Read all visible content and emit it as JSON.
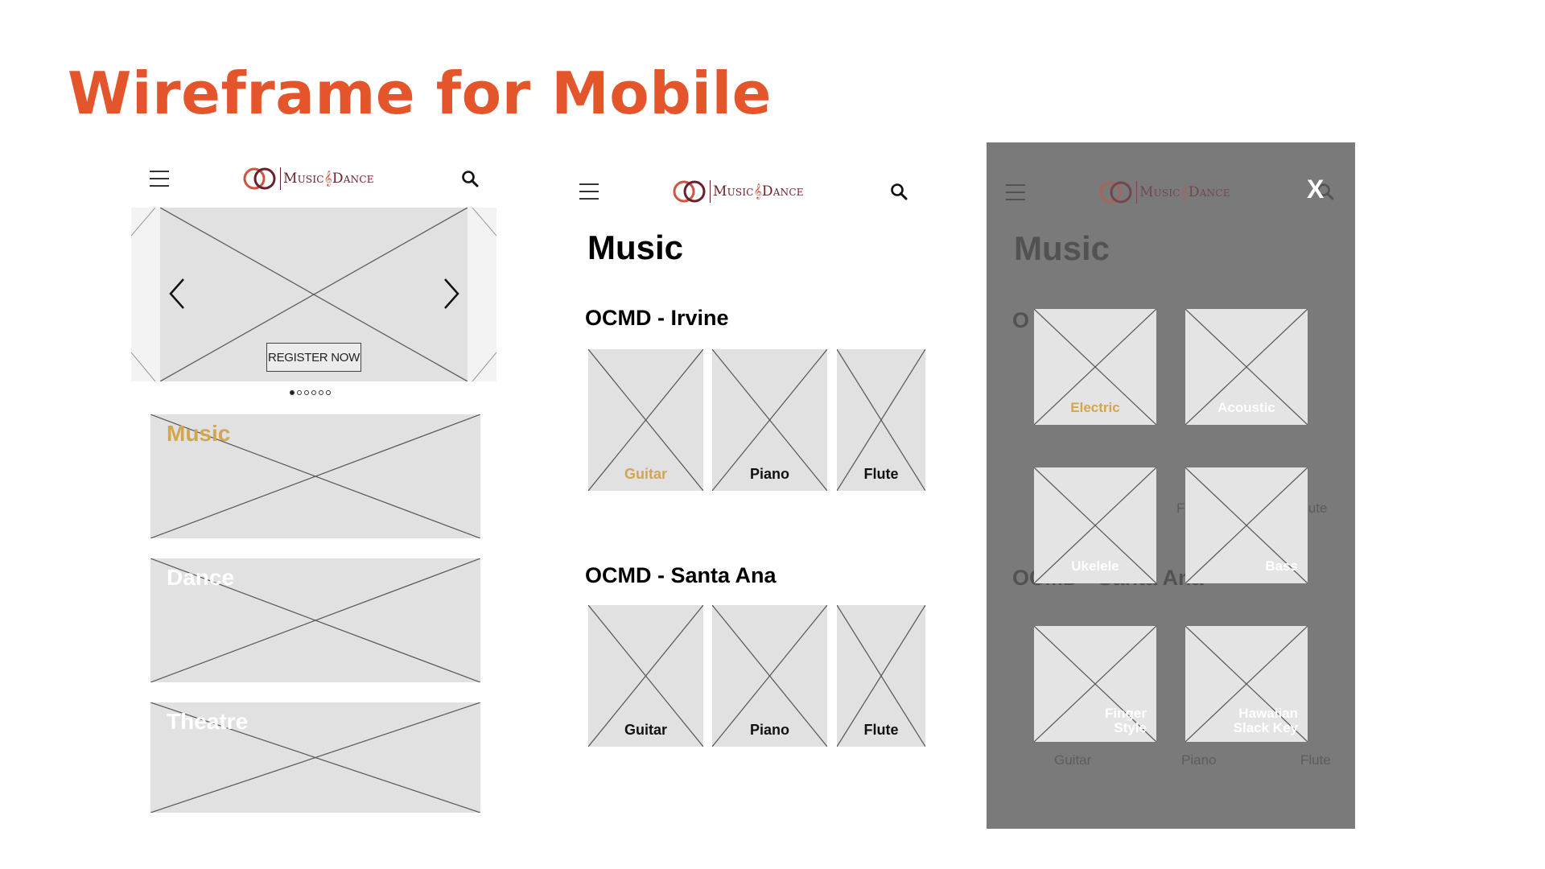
{
  "slide": {
    "title": "Wireframe for Mobile"
  },
  "logo": {
    "text_before": "Music",
    "text_after": "Dance",
    "clef": "𝄞"
  },
  "colors": {
    "title": "#e4552b",
    "accent_label": "#d1a64d",
    "placeholder": "#e1e1e1",
    "overlay": "#7a7a7a",
    "logo": "#6a1f2a"
  },
  "frame1": {
    "register_label": "REGISTER NOW",
    "carousel_dots": 6,
    "carousel_active_dot": 1,
    "categories": [
      {
        "label": "Music",
        "highlighted": true
      },
      {
        "label": "Dance",
        "highlighted": false
      },
      {
        "label": "Theatre",
        "highlighted": false
      }
    ]
  },
  "frame2": {
    "page_title": "Music",
    "sections": [
      {
        "title": "OCMD - Irvine",
        "cards": [
          {
            "label": "Guitar",
            "highlighted": true
          },
          {
            "label": "Piano"
          },
          {
            "label": "Flute"
          }
        ]
      },
      {
        "title": "OCMD - Santa Ana",
        "cards": [
          {
            "label": "Guitar"
          },
          {
            "label": "Piano"
          },
          {
            "label": "Flute"
          }
        ]
      }
    ]
  },
  "frame3": {
    "close_label": "X",
    "background_page_title": "Music",
    "background_section_1_fragment": "O",
    "background_section_2_fragment": "OCMD - Santa Ana",
    "background_fragment_1": "F",
    "background_fragment_2": "lute",
    "background_labels": [
      "Guitar",
      "Piano",
      "Flute"
    ],
    "options": [
      {
        "label": "Electric",
        "highlighted": true
      },
      {
        "label": "Acoustic"
      },
      {
        "label": "Ukelele"
      },
      {
        "label": "Bass"
      },
      {
        "label_line1": "Finger",
        "label_line2": "Style"
      },
      {
        "label_line1": "Hawaiian",
        "label_line2": "Slack Key"
      }
    ]
  }
}
